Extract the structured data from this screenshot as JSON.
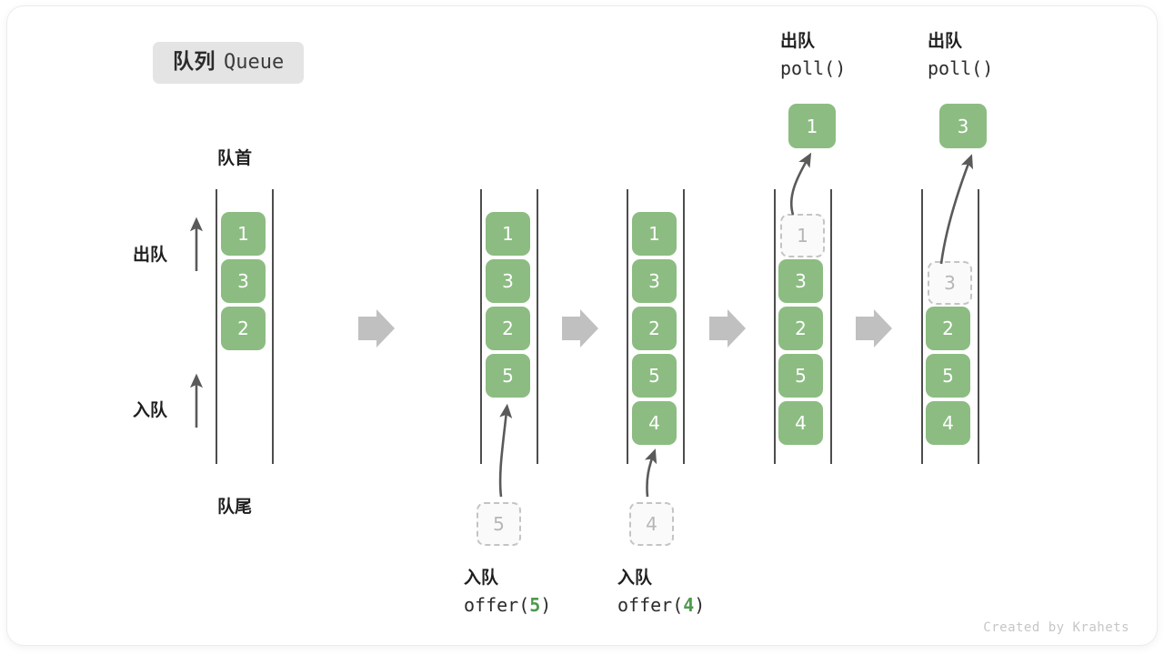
{
  "title": {
    "cn": "队列",
    "en": "Queue"
  },
  "labels": {
    "head": "队首",
    "tail": "队尾",
    "dequeue_side": "出队",
    "enqueue_side": "入队"
  },
  "colors": {
    "cell_fill": "#8cbc82",
    "cell_text": "#ffffff",
    "ghost_border": "#c4c4c4",
    "ghost_text": "#b6b6b6",
    "rail": "#4d4d4d",
    "arrow": "#5a5a5a",
    "step_arrow": "#c0c0c0",
    "badge_bg": "#e4e4e4",
    "accent_number": "#4e9a4e",
    "credit_text": "#c6c6c6"
  },
  "columns": [
    {
      "name": "initial-queue",
      "cells": [
        {
          "value": "1",
          "state": "filled"
        },
        {
          "value": "3",
          "state": "filled"
        },
        {
          "value": "2",
          "state": "filled"
        }
      ]
    },
    {
      "name": "after-offer-5",
      "cells": [
        {
          "value": "1",
          "state": "filled"
        },
        {
          "value": "3",
          "state": "filled"
        },
        {
          "value": "2",
          "state": "filled"
        },
        {
          "value": "5",
          "state": "filled"
        }
      ],
      "incoming": {
        "value": "5",
        "state": "ghost"
      }
    },
    {
      "name": "after-offer-4",
      "cells": [
        {
          "value": "1",
          "state": "filled"
        },
        {
          "value": "3",
          "state": "filled"
        },
        {
          "value": "2",
          "state": "filled"
        },
        {
          "value": "5",
          "state": "filled"
        },
        {
          "value": "4",
          "state": "filled"
        }
      ],
      "incoming": {
        "value": "4",
        "state": "ghost"
      }
    },
    {
      "name": "after-poll-1",
      "cells": [
        {
          "value": "1",
          "state": "ghost"
        },
        {
          "value": "3",
          "state": "filled"
        },
        {
          "value": "2",
          "state": "filled"
        },
        {
          "value": "5",
          "state": "filled"
        },
        {
          "value": "4",
          "state": "filled"
        }
      ],
      "outgoing": {
        "value": "1",
        "state": "filled"
      }
    },
    {
      "name": "after-poll-3",
      "cells": [
        {
          "value": "",
          "state": "empty"
        },
        {
          "value": "3",
          "state": "ghost"
        },
        {
          "value": "2",
          "state": "filled"
        },
        {
          "value": "5",
          "state": "filled"
        },
        {
          "value": "4",
          "state": "filled"
        }
      ],
      "outgoing": {
        "value": "3",
        "state": "filled"
      }
    }
  ],
  "operations": {
    "offer_5": {
      "cn": "入队",
      "code_prefix": "offer(",
      "code_value": "5",
      "code_suffix": ")"
    },
    "offer_4": {
      "cn": "入队",
      "code_prefix": "offer(",
      "code_value": "4",
      "code_suffix": ")"
    },
    "poll_1": {
      "cn": "出队",
      "code": "poll()"
    },
    "poll_2": {
      "cn": "出队",
      "code": "poll()"
    }
  },
  "credit": "Created by Krahets"
}
